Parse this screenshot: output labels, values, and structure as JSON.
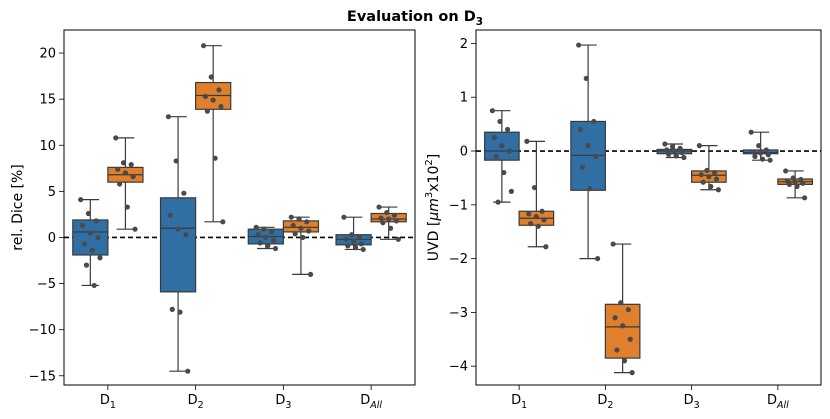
{
  "figure": {
    "title": "Evaluation on D",
    "title_sub": "3"
  },
  "colors": {
    "series_a": "#2f6fa3",
    "series_b": "#e0802c",
    "points": "#4a4a4a",
    "whisker": "#3a3a3a",
    "refline": "#000000"
  },
  "chart_data": [
    {
      "type": "box",
      "ylabel": "rel. Dice [%]",
      "ylim": [
        -16,
        22.5
      ],
      "yticks": [
        -15,
        -10,
        -5,
        0,
        5,
        10,
        15,
        20
      ],
      "reference_line": 0,
      "grid": false,
      "categories": [
        {
          "base": "D",
          "sub": "1"
        },
        {
          "base": "D",
          "sub": "2"
        },
        {
          "base": "D",
          "sub": "3"
        },
        {
          "base": "D",
          "sub": "All"
        }
      ],
      "series": [
        {
          "color_key": "series_a",
          "boxes": [
            {
              "min": -5.2,
              "q1": -1.9,
              "median": 0.6,
              "q3": 1.9,
              "max": 4.1,
              "points": [
                4.1,
                2.6,
                1.8,
                1.3,
                0.5,
                0.0,
                -0.7,
                -1.4,
                -2.2,
                -3.0,
                -5.2
              ]
            },
            {
              "min": -14.5,
              "q1": -5.9,
              "median": 1.0,
              "q3": 4.3,
              "max": 13.1,
              "points": [
                13.1,
                8.3,
                4.8,
                2.4,
                0.9,
                0.3,
                -7.8,
                -8.1,
                -14.5
              ]
            },
            {
              "min": -1.2,
              "q1": -0.7,
              "median": 0.1,
              "q3": 0.9,
              "max": 1.1,
              "points": [
                1.1,
                0.9,
                0.6,
                0.3,
                0.0,
                -0.3,
                -0.6,
                -0.9,
                -1.2
              ]
            },
            {
              "min": -1.3,
              "q1": -0.8,
              "median": -0.2,
              "q3": 0.3,
              "max": 2.2,
              "points": [
                2.2,
                0.3,
                0.1,
                -0.2,
                -0.4,
                -0.7,
                -0.9,
                -1.1,
                -1.3
              ]
            }
          ]
        },
        {
          "color_key": "series_b",
          "boxes": [
            {
              "min": 0.9,
              "q1": 6.0,
              "median": 6.8,
              "q3": 7.6,
              "max": 10.8,
              "points": [
                10.8,
                8.1,
                7.9,
                7.4,
                7.0,
                6.6,
                5.8,
                3.3,
                0.9
              ]
            },
            {
              "min": 1.7,
              "q1": 13.9,
              "median": 15.4,
              "q3": 16.8,
              "max": 20.8,
              "points": [
                20.8,
                17.4,
                16.0,
                15.3,
                14.9,
                14.2,
                13.7,
                8.6,
                1.7
              ]
            },
            {
              "min": -4.0,
              "q1": 0.6,
              "median": 1.1,
              "q3": 1.8,
              "max": 2.2,
              "points": [
                2.2,
                2.0,
                1.7,
                1.3,
                1.0,
                0.7,
                0.4,
                0.0,
                -4.0
              ]
            },
            {
              "min": -0.2,
              "q1": 1.7,
              "median": 2.0,
              "q3": 2.6,
              "max": 3.3,
              "points": [
                3.3,
                2.7,
                2.4,
                2.1,
                2.0,
                1.8,
                1.6,
                1.0,
                -0.2
              ]
            }
          ]
        }
      ]
    },
    {
      "type": "box",
      "ylabel": "UVD [μm³x10²]",
      "ylabel_parts": {
        "pre": "UVD [",
        "base": "μm",
        "sup1": "3",
        "mid": "x10",
        "sup2": "2",
        "post": "]"
      },
      "ylim": [
        -4.35,
        2.25
      ],
      "yticks": [
        -4,
        -3,
        -2,
        -1,
        0,
        1,
        2
      ],
      "reference_line": 0,
      "grid": false,
      "categories": [
        {
          "base": "D",
          "sub": "1"
        },
        {
          "base": "D",
          "sub": "2"
        },
        {
          "base": "D",
          "sub": "3"
        },
        {
          "base": "D",
          "sub": "All"
        }
      ],
      "series": [
        {
          "color_key": "series_a",
          "boxes": [
            {
              "min": -0.95,
              "q1": -0.17,
              "median": 0.0,
              "q3": 0.35,
              "max": 0.75,
              "points": [
                0.75,
                0.55,
                0.4,
                0.25,
                0.1,
                0.0,
                -0.1,
                -0.4,
                -0.75,
                -0.95
              ]
            },
            {
              "min": -2.0,
              "q1": -0.73,
              "median": -0.08,
              "q3": 0.55,
              "max": 1.97,
              "points": [
                1.97,
                1.35,
                0.55,
                0.4,
                0.1,
                -0.1,
                -0.3,
                -0.7,
                -2.0
              ]
            },
            {
              "min": -0.12,
              "q1": -0.05,
              "median": 0.0,
              "q3": 0.03,
              "max": 0.13,
              "points": [
                0.13,
                0.08,
                0.05,
                0.02,
                0.0,
                -0.03,
                -0.06,
                -0.09,
                -0.12
              ]
            },
            {
              "min": -0.17,
              "q1": -0.05,
              "median": -0.03,
              "q3": 0.02,
              "max": 0.35,
              "points": [
                0.35,
                0.1,
                0.02,
                -0.02,
                -0.04,
                -0.07,
                -0.1,
                -0.15,
                -0.17
              ]
            }
          ]
        },
        {
          "color_key": "series_b",
          "boxes": [
            {
              "min": -1.78,
              "q1": -1.38,
              "median": -1.25,
              "q3": -1.12,
              "max": 0.18,
              "points": [
                0.18,
                -0.68,
                -1.12,
                -1.17,
                -1.22,
                -1.28,
                -1.35,
                -1.4,
                -1.78
              ]
            },
            {
              "min": -4.12,
              "q1": -3.85,
              "median": -3.27,
              "q3": -2.85,
              "max": -1.73,
              "points": [
                -1.73,
                -2.82,
                -2.95,
                -3.1,
                -3.25,
                -3.5,
                -3.7,
                -3.9,
                -4.12
              ]
            },
            {
              "min": -0.72,
              "q1": -0.58,
              "median": -0.45,
              "q3": -0.37,
              "max": 0.1,
              "points": [
                0.1,
                -0.36,
                -0.4,
                -0.44,
                -0.48,
                -0.52,
                -0.58,
                -0.66,
                -0.72
              ]
            },
            {
              "min": -0.87,
              "q1": -0.62,
              "median": -0.57,
              "q3": -0.52,
              "max": -0.37,
              "points": [
                -0.37,
                -0.5,
                -0.53,
                -0.56,
                -0.58,
                -0.6,
                -0.62,
                -0.66,
                -0.87
              ]
            }
          ]
        }
      ]
    }
  ]
}
